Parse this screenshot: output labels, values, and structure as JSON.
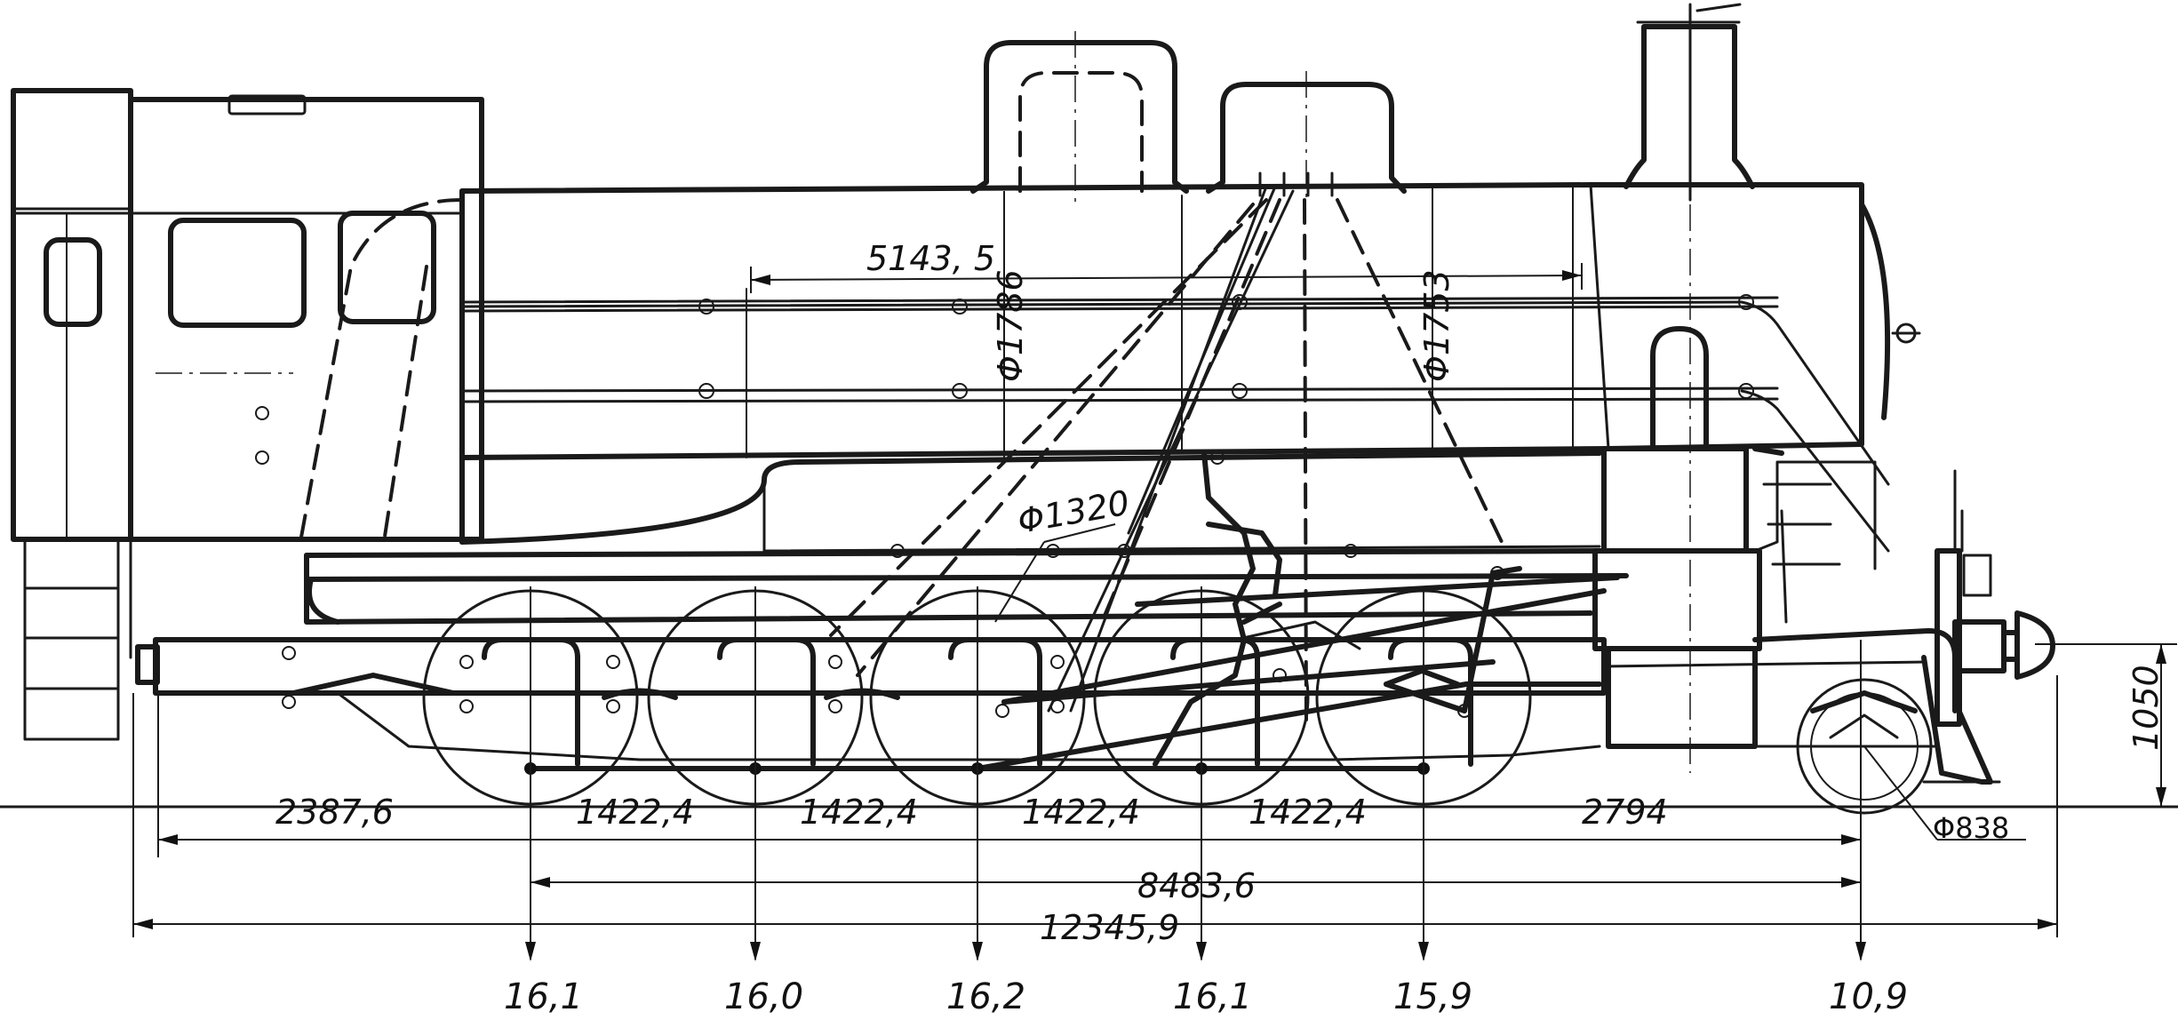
{
  "dimensions": {
    "horizontal": [
      {
        "id": "overhang_rear",
        "label": "2387,6"
      },
      {
        "id": "axle_spacing_1",
        "label": "1422,4"
      },
      {
        "id": "axle_spacing_2",
        "label": "1422,4"
      },
      {
        "id": "axle_spacing_3",
        "label": "1422,4"
      },
      {
        "id": "axle_spacing_4",
        "label": "1422,4"
      },
      {
        "id": "to_front_axle",
        "label": "2794"
      },
      {
        "id": "rigid_wheelbase",
        "label": "8483,6"
      },
      {
        "id": "overall_length",
        "label": "12345,9"
      },
      {
        "id": "boiler_barrel",
        "label": "5143, 5"
      }
    ],
    "diameters": {
      "boiler_rear": "Φ1786",
      "boiler_front": "Φ1753",
      "driving_wheel": "Φ1320",
      "leading_wheel": "Φ838"
    },
    "buffer_height": "1050"
  },
  "axle_loads": [
    "16,1",
    "16,0",
    "16,2",
    "16,1",
    "15,9",
    "10,9"
  ]
}
